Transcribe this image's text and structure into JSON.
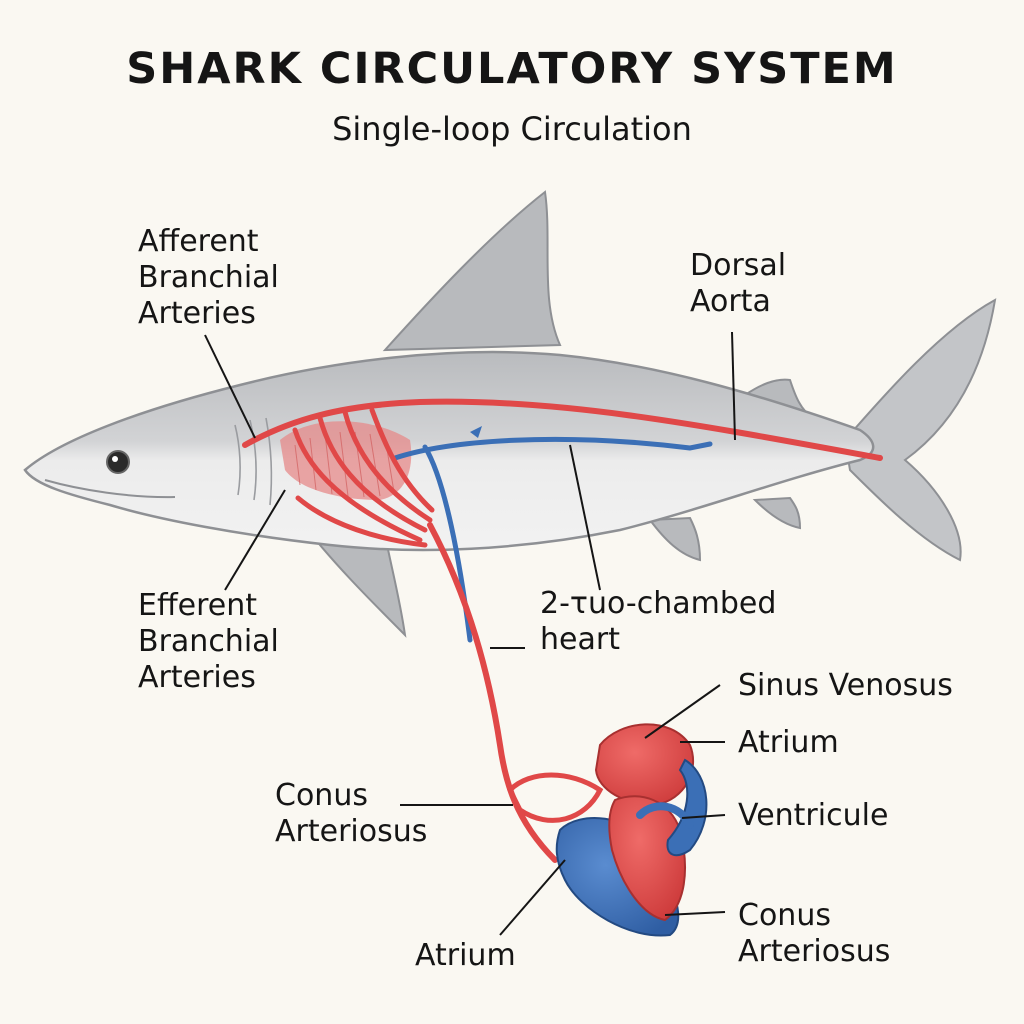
{
  "title": "SHARK CIRCULATORY SYSTEM",
  "subtitle": "Single-loop Circulation",
  "labels": {
    "afferent": [
      "Afferent",
      "Branchial",
      "Arteries"
    ],
    "dorsal": [
      "Dorsal",
      "Aorta"
    ],
    "efferent": [
      "Efferent",
      "Branchial",
      "Arteries"
    ],
    "heart": [
      "2-τuo-chambed",
      "heart"
    ],
    "conus_left": [
      "Conus",
      "Arteriosus"
    ],
    "sinus_venosus": "Sinus Venosus",
    "atrium_right": "Atrium",
    "ventricule": "Ventricule",
    "conus_right": [
      "Conus",
      "Arteriosus"
    ],
    "atrium_bottom": "Atrium"
  },
  "colors": {
    "oxygenated": "#e04848",
    "deoxygenated": "#3b6fb6",
    "body": "#c9cacc",
    "belly": "#ebebeb",
    "gills": "#e58a8a"
  }
}
